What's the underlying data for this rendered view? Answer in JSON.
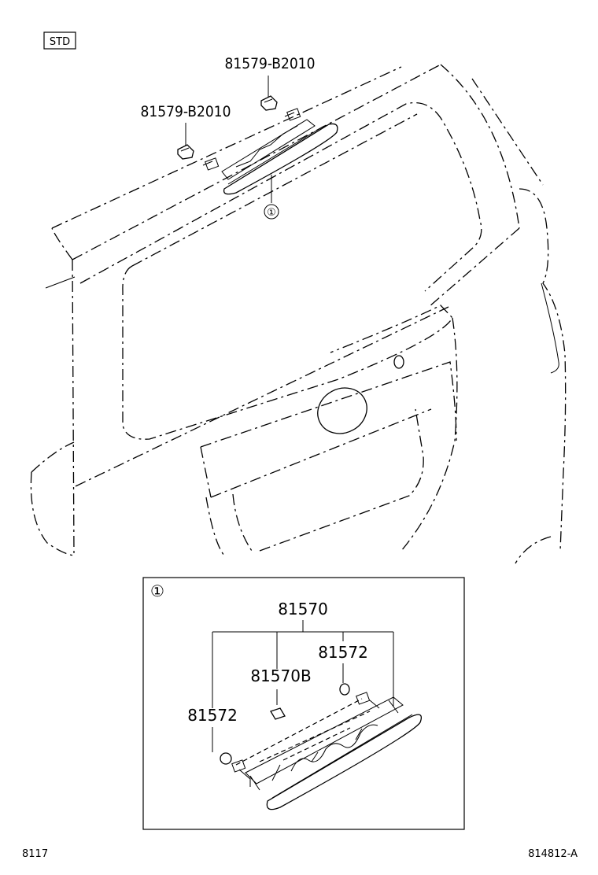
{
  "badge": "STD",
  "callouts": {
    "clip_top": "81579-B2010",
    "clip_left": "81579-B2010",
    "assembly_ref": "①"
  },
  "detail": {
    "ref": "①",
    "assembly": "81570",
    "socket_right": "81572",
    "bulb": "81570B",
    "socket_left": "81572"
  },
  "footer": {
    "left_code": "8117",
    "right_code": "814812-A"
  }
}
